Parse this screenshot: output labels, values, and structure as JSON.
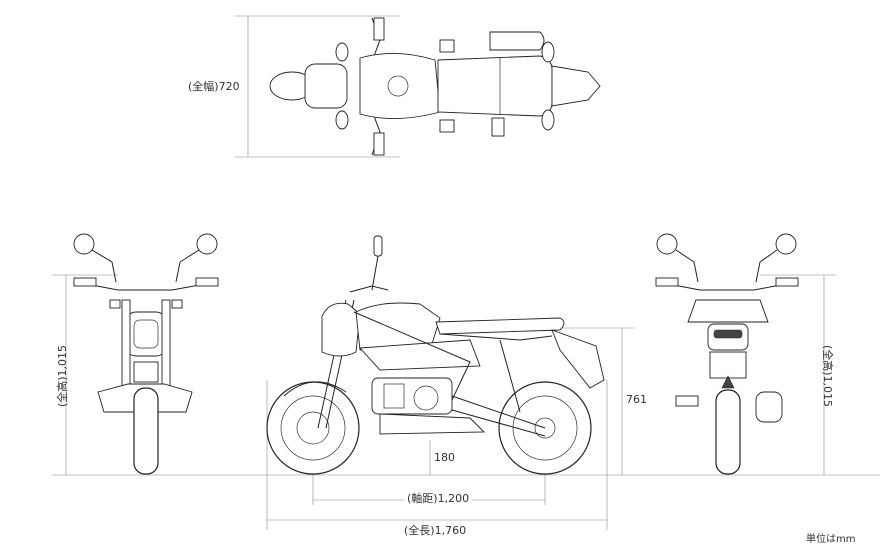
{
  "dimensions": {
    "width_label": "(全幅)720",
    "height_front_label": "(全高)1,015",
    "height_rear_label": "(全高)1,015",
    "seat_height_label": "761",
    "ground_clearance_label": "180",
    "wheelbase_label": "(軸距)1,200",
    "length_label": "(全長)1,760"
  },
  "unit_note": "単位はmm"
}
